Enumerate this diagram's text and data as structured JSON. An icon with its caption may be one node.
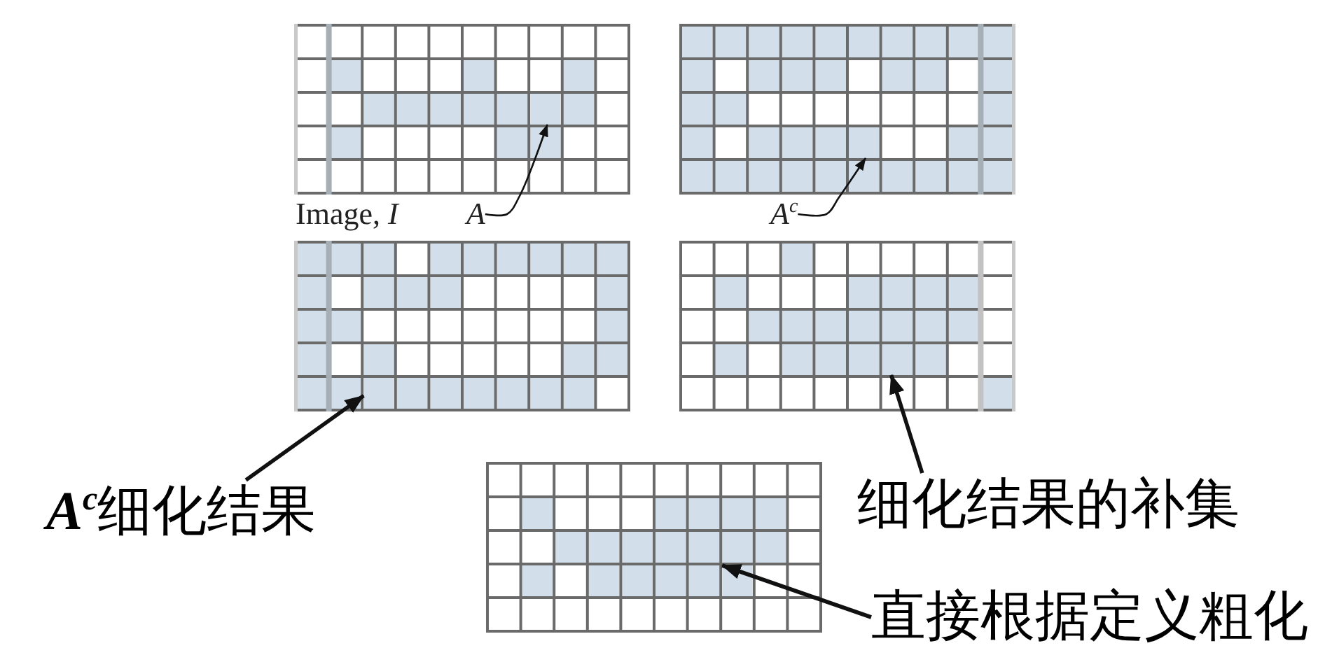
{
  "diagram": {
    "nodes": [
      {
        "text": [],
        "shape": "grid",
        "beside": [
          "Image, *I*"
        ]
      },
      {
        "text": [],
        "shape": "box",
        "in": 0
      },
      {
        "text": [],
        "shape": "grid"
      },
      {
        "text": [],
        "shape": "box",
        "in": 2
      },
      {
        "text": [
          "A"
        ]
      },
      {
        "text": [
          "A$^{c}$"
        ]
      },
      {
        "text": [],
        "shape": "grid"
      },
      {
        "text": [],
        "shape": "box",
        "in": 6
      },
      {
        "text": [],
        "shape": "grid"
      },
      {
        "text": [],
        "shape": "box",
        "in": 8
      },
      {
        "text": [
          "**A**$^{c}$细化结果"
        ]
      },
      {
        "text": [
          "细化结果的补集"
        ]
      },
      {
        "text": [],
        "shape": "grid"
      },
      {
        "text": [],
        "shape": "box",
        "in": 12
      },
      {
        "text": [
          "直接根据定义粗化"
        ]
      }
    ],
    "edges": [
      {
        "from": 4,
        "to": 1,
        "arrow": "to"
      },
      {
        "from": 5,
        "to": 3,
        "arrow": "to"
      },
      {
        "from": 10,
        "to": 7,
        "arrow": "to"
      },
      {
        "from": 11,
        "to": 9,
        "arrow": "to"
      },
      {
        "from": 14,
        "to": 13,
        "arrow": "to"
      }
    ]
  }
}
